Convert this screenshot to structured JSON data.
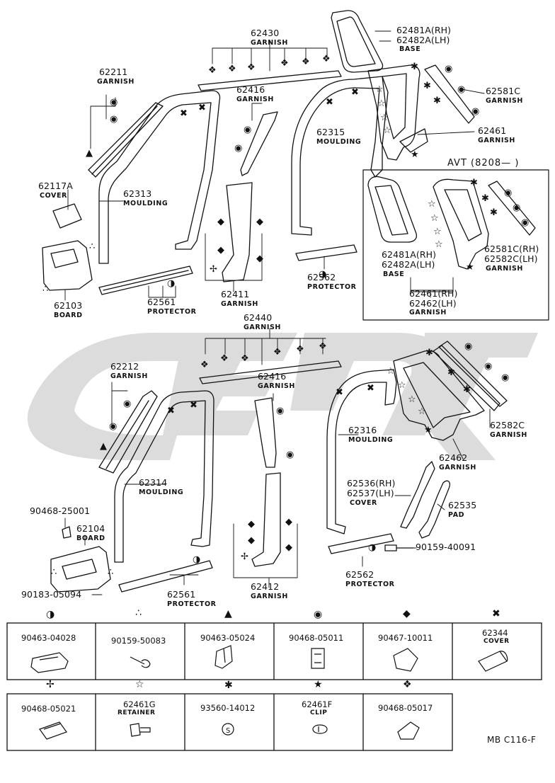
{
  "labels": {
    "p62211": "62211",
    "p62211w": "GARNISH",
    "p62430": "62430",
    "p62430w": "GARNISH",
    "p62481": "62481A(RH)",
    "p62482": "62482A(LH)",
    "p62481w": "BASE",
    "p62581c": "62581C",
    "p62581cw": "GARNISH",
    "p62416a": "62416",
    "p62416aw": "GARNISH",
    "p62315": "62315",
    "p62315w": "MOULDING",
    "p62461": "62461",
    "p62461w": "GARNISH",
    "p62117a": "62117A",
    "p62117aw": "COVER",
    "p62313": "62313",
    "p62313w": "MOULDING",
    "avt": "AVT (8208—      )",
    "avt62481": "62481A(RH)",
    "avt62482": "62482A(LH)",
    "avtbase": "BASE",
    "avt62581": "62581C(RH)",
    "avt62582": "62582C(LH)",
    "avtgarnish": "GARNISH",
    "avt62461": "62461(RH)",
    "avt62462": "62462(LH)",
    "avtgarnish2": "GARNISH",
    "p62562a": "62562",
    "p62562aw": "PROTECTOR",
    "p62103": "62103",
    "p62103w": "BOARD",
    "p62561a": "62561",
    "p62561aw": "PROTECTOR",
    "p62411": "62411",
    "p62411w": "GARNISH",
    "p62440": "62440",
    "p62440w": "GARNISH",
    "p62212": "62212",
    "p62212w": "GARNISH",
    "p62416b": "62416",
    "p62416bw": "GARNISH",
    "p62316": "62316",
    "p62316w": "MOULDING",
    "p62582c": "62582C",
    "p62582cw": "GARNISH",
    "p62314": "62314",
    "p62314w": "MOULDING",
    "p62462": "62462",
    "p62462w": "GARNISH",
    "p62536": "62536(RH)",
    "p62537": "62537(LH)",
    "p62536w": "COVER",
    "p62535": "62535",
    "p62535w": "PAD",
    "p9046825001": "90468-25001",
    "p62104": "62104",
    "p62104w": "BOARD",
    "p9015940091": "90159-40091",
    "p62562b": "62562",
    "p62562bw": "PROTECTOR",
    "p9018305094": "90183-05094",
    "p62561b": "62561",
    "p62561bw": "PROTECTOR",
    "p62412": "62412",
    "p62412w": "GARNISH",
    "footer": "MB  C116-F"
  },
  "legend_row1": [
    {
      "symbol": "◑",
      "icon": "half-circle-icon",
      "part": "90463-04028",
      "name": ""
    },
    {
      "symbol": "∴",
      "icon": "three-dots-icon",
      "part": "90159-50083",
      "name": ""
    },
    {
      "symbol": "▲",
      "icon": "circled-triangle-icon",
      "part": "90463-05024",
      "name": ""
    },
    {
      "symbol": "◉",
      "icon": "circled-ring-icon",
      "part": "90468-05011",
      "name": ""
    },
    {
      "symbol": "◆",
      "icon": "boxed-diamond-icon",
      "part": "90467-10011",
      "name": ""
    },
    {
      "symbol": "✖",
      "icon": "cross-blocks-icon",
      "part": "62344",
      "name": "COVER"
    }
  ],
  "legend_row2": [
    {
      "symbol": "✢",
      "icon": "pinwheel-icon",
      "part": "90468-05021",
      "name": ""
    },
    {
      "symbol": "☆",
      "icon": "outline-star-icon",
      "part": "62461G",
      "name": "RETAINER"
    },
    {
      "symbol": "✱",
      "icon": "asterisk-icon",
      "part": "93560-14012",
      "name": ""
    },
    {
      "symbol": "★",
      "icon": "solid-star-icon",
      "part": "62461F",
      "name": "CLIP"
    },
    {
      "symbol": "❖",
      "icon": "quad-diamond-icon",
      "part": "90468-05017",
      "name": ""
    }
  ]
}
